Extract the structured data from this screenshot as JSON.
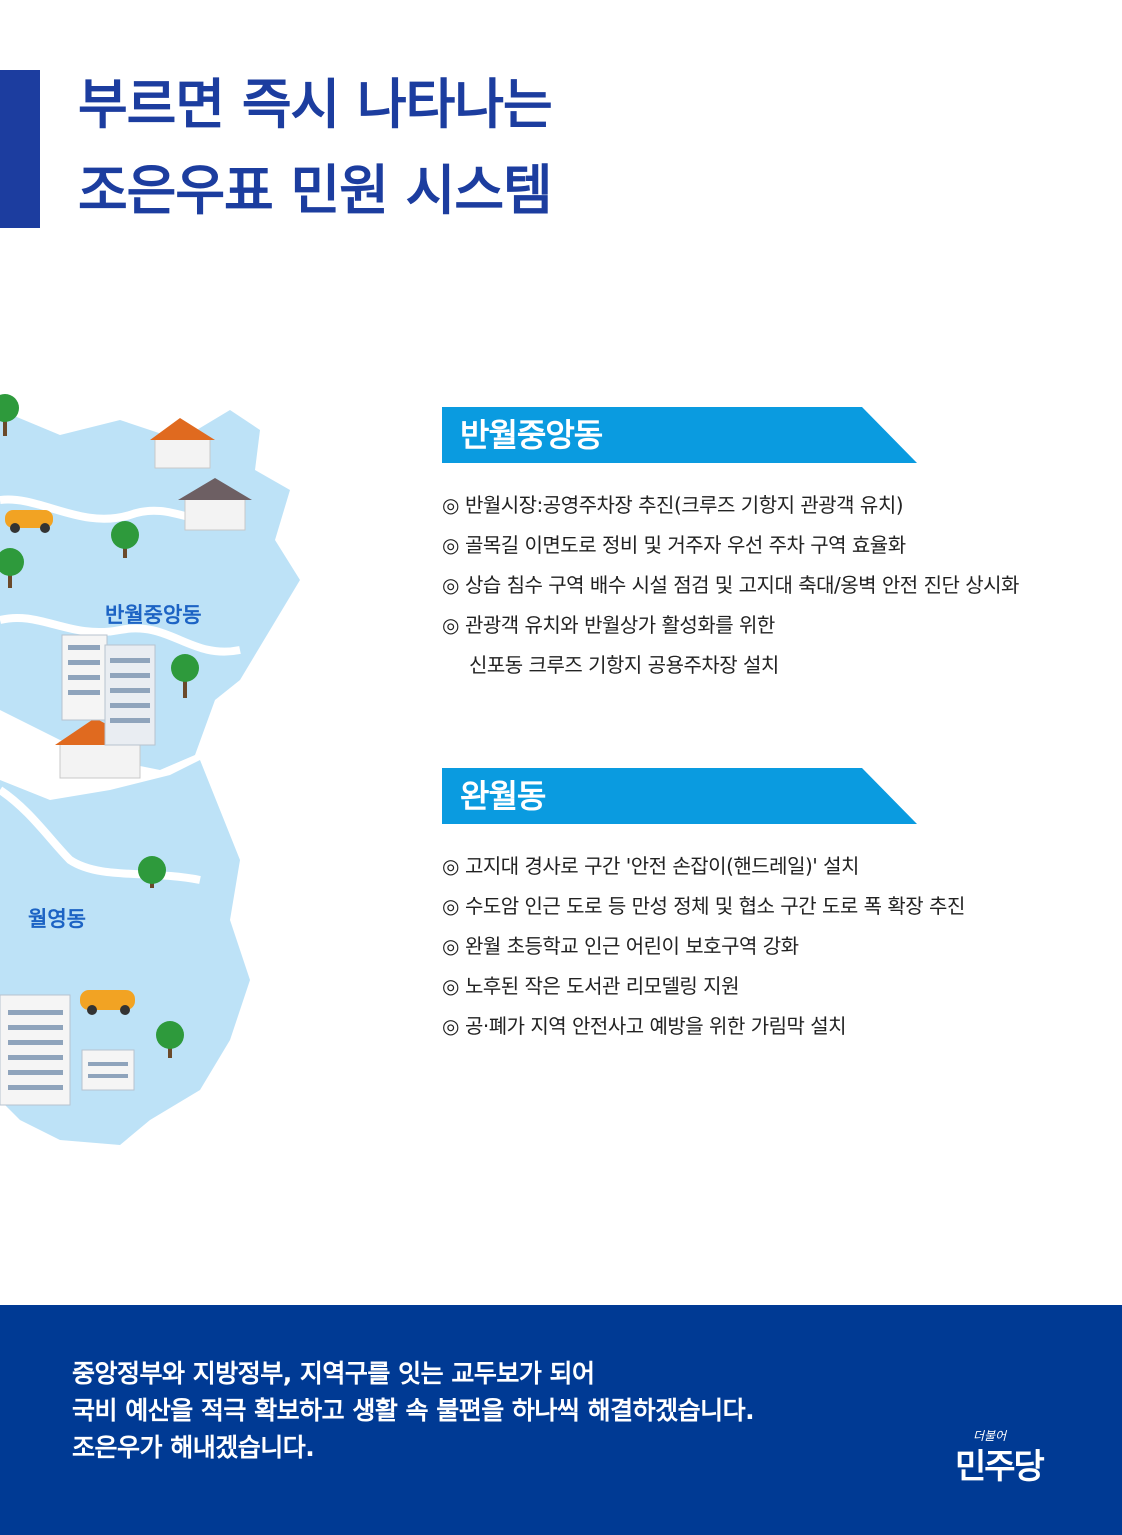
{
  "title": {
    "line1": "부르면 즉시 나타나는",
    "line2": "조은우표 민원 시스템"
  },
  "colors": {
    "title": "#1c3d9f",
    "section_header": "#0a9be0",
    "map_land": "#bde2f7",
    "footer_bg": "#003a94"
  },
  "map": {
    "district_1": "반월중앙동",
    "district_2": "월영동"
  },
  "sections": [
    {
      "name": "반월중앙동",
      "items": [
        "반월시장:공영주차장 추진(크루즈 기항지 관광객 유치)",
        "골목길 이면도로 정비 및 거주자 우선 주차 구역 효율화",
        "상습 침수 구역 배수 시설 점검 및 고지대 축대/옹벽 안전 진단 상시화",
        "관광객 유치와 반월상가 활성화를 위한"
      ],
      "item4_cont": "신포동 크루즈 기항지 공용주차장 설치"
    },
    {
      "name": "완월동",
      "items": [
        "고지대 경사로 구간 '안전 손잡이(핸드레일)' 설치",
        "수도암 인근 도로 등 만성 정체 및 협소 구간 도로 폭 확장 추진",
        "완월 초등학교 인근 어린이 보호구역 강화",
        "노후된 작은 도서관 리모델링 지원",
        "공·폐가 지역 안전사고 예방을 위한 가림막 설치"
      ]
    }
  ],
  "bullet": "◎",
  "footer": {
    "line1": "중앙정부와 지방정부, 지역구를 잇는 교두보가 되어",
    "line2": "국비 예산을 적극 확보하고 생활 속 불편을 하나씩 해결하겠습니다.",
    "line3": "조은우가 해내겠습니다."
  },
  "logo": {
    "small": "더불어",
    "big": "민주당"
  }
}
